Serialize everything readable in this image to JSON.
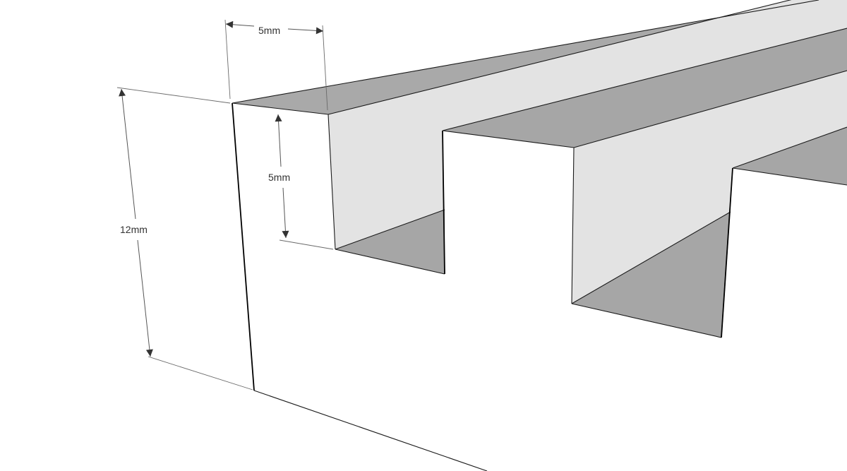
{
  "colors": {
    "background": "#ffffff",
    "dark_face": "#a6a6a6",
    "light_face": "#e3e3e3",
    "edge": "#1a1a1a",
    "dimension": "#555555",
    "arrow": "#333333"
  },
  "dimensions": {
    "top_width_label": "5mm",
    "slot_depth_label": "5mm",
    "total_height_label": "12mm"
  }
}
